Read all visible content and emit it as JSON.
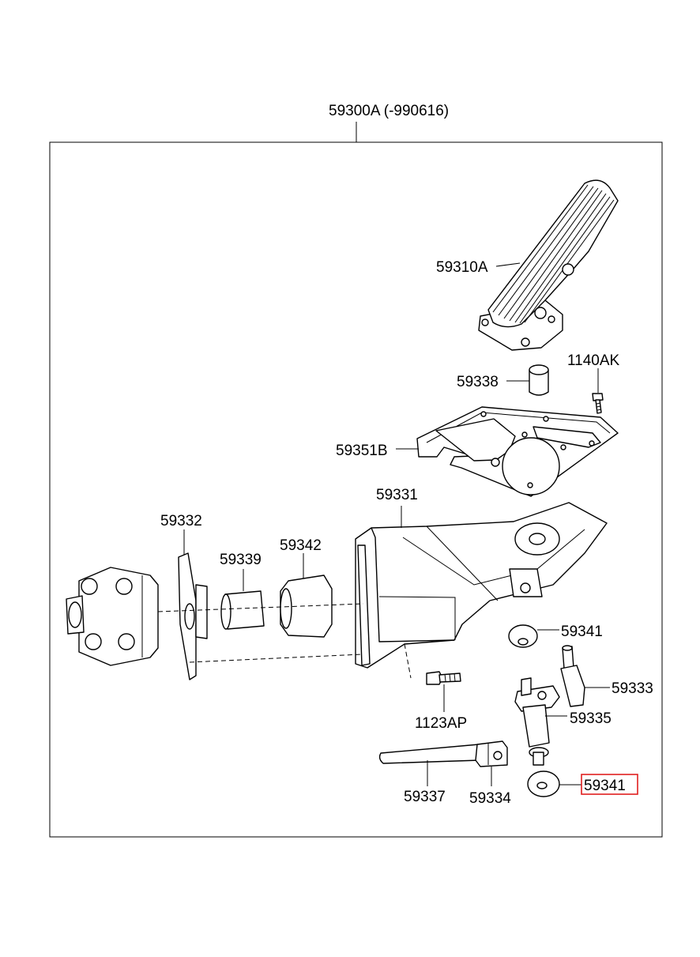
{
  "diagram": {
    "assembly_label": "59300A (-990616)",
    "highlight_color": "#e02020",
    "parts": {
      "p59310A": "59310A",
      "p1140AK": "1140AK",
      "p59338": "59338",
      "p59351B": "59351B",
      "p59331": "59331",
      "p59332": "59332",
      "p59342": "59342",
      "p59339": "59339",
      "p59341_top": "59341",
      "p59333": "59333",
      "p59335": "59335",
      "p1123AP": "1123AP",
      "p59337": "59337",
      "p59334": "59334",
      "p59341_bottom": "59341"
    }
  }
}
